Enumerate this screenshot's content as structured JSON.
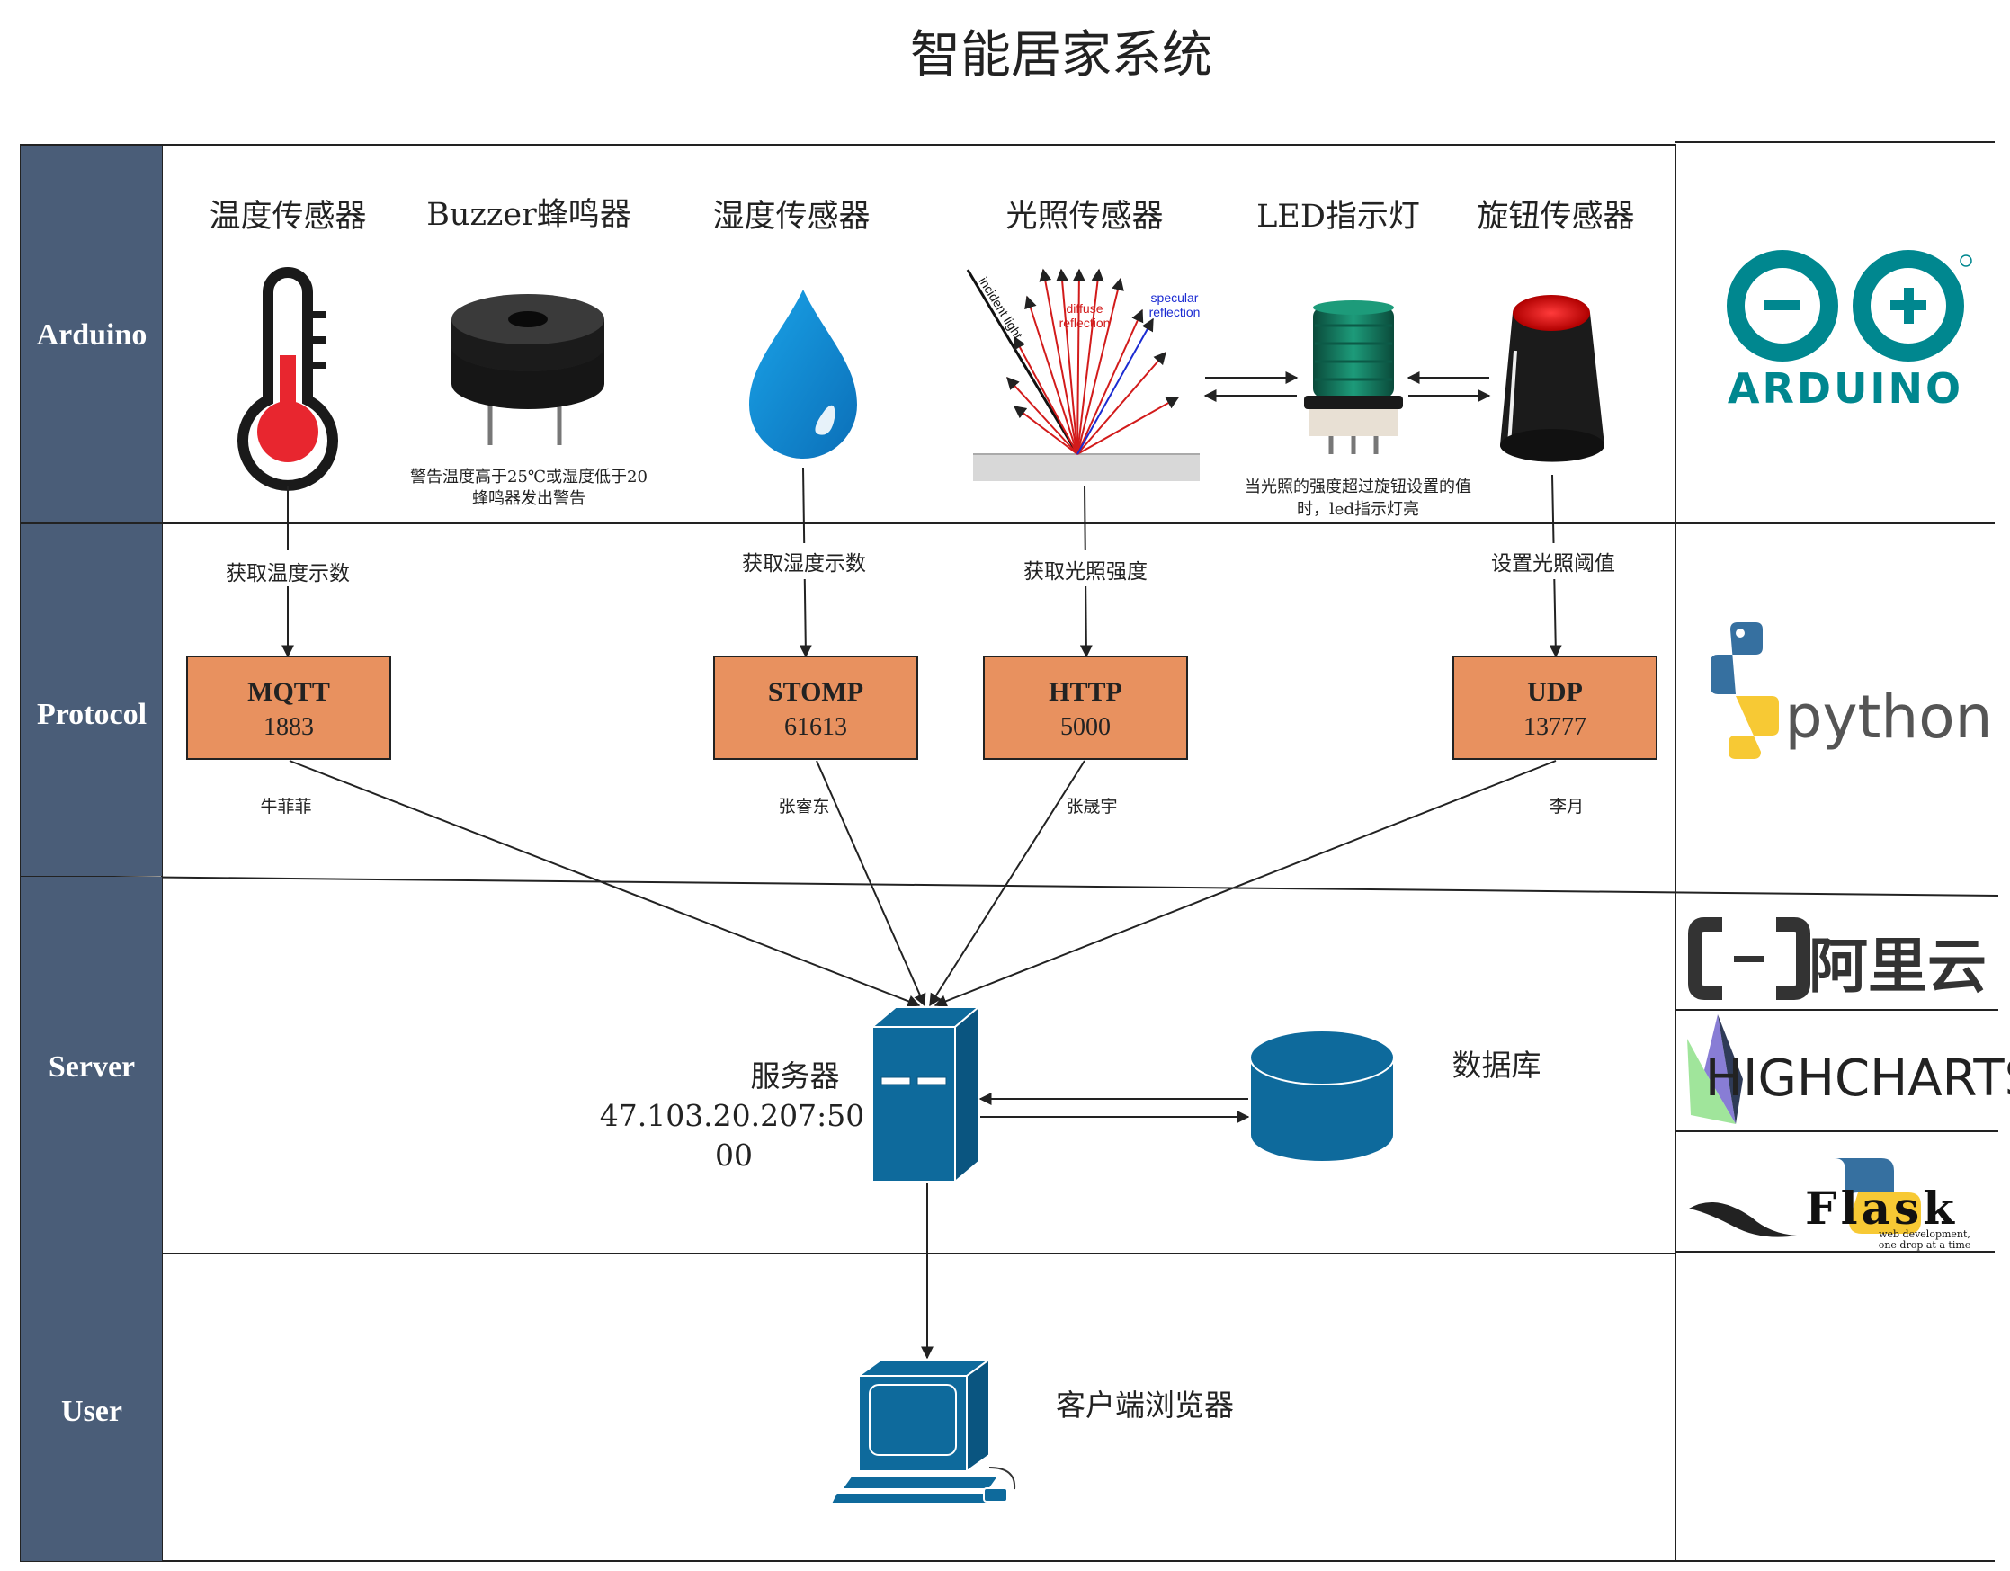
{
  "title": "智能居家系统",
  "lanes": [
    "Arduino",
    "Protocol",
    "Server",
    "User"
  ],
  "sensors": {
    "temp": "温度传感器",
    "buzzer": "Buzzer蜂鸣器",
    "humidity": "湿度传感器",
    "light": "光照传感器",
    "led": "LED指示灯",
    "knob": "旋钮传感器"
  },
  "light_diagram": {
    "incident": "incident light",
    "diffuse_1": "diffuse",
    "diffuse_2": "reflection",
    "specular_1": "specular",
    "specular_2": "reflection"
  },
  "notes": {
    "buzzer_1": "警告温度高于25℃或湿度低于20",
    "buzzer_2": "蜂鸣器发出警告",
    "led_1": "当光照的强度超过旋钮设置的值",
    "led_2": "时，led指示灯亮"
  },
  "edge_labels": {
    "temp": "获取温度示数",
    "humidity": "获取湿度示数",
    "light": "获取光照强度",
    "knob": "设置光照阈值"
  },
  "protocols": [
    {
      "name": "MQTT",
      "port": "1883",
      "author": "牛菲菲"
    },
    {
      "name": "STOMP",
      "port": "61613",
      "author": "张睿东"
    },
    {
      "name": "HTTP",
      "port": "5000",
      "author": "张晟宇"
    },
    {
      "name": "UDP",
      "port": "13777",
      "author": "李月"
    }
  ],
  "server": {
    "label": "服务器",
    "addr_1": "47.103.20.207:50",
    "addr_2": "00"
  },
  "database": "数据库",
  "client": "客户端浏览器",
  "logos": {
    "arduino": "ARDUINO",
    "python": "python",
    "aliyun": "阿里云",
    "highcharts": "HIGHCHARTS",
    "flask": "Flask",
    "flask_tag_1": "web development,",
    "flask_tag_2": "one drop at a time"
  },
  "colors": {
    "lane": "#4a5d78",
    "protocol_box": "#e8915f",
    "server_blue": "#0e6a9c",
    "arduino_teal": "#00878f"
  }
}
